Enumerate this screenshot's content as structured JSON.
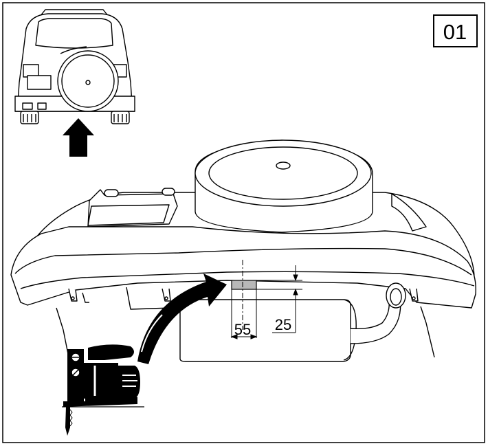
{
  "diagram": {
    "step_number": "01",
    "dimensions": {
      "width_mm": "55",
      "height_mm": "25"
    },
    "colors": {
      "line": "#000000",
      "background": "#ffffff",
      "cutout_fill": "#b8b8b8"
    },
    "icons": [
      "vehicle-rear-view-icon",
      "direction-arrow-up-icon",
      "curved-arrow-icon",
      "jigsaw-tool-icon"
    ]
  }
}
